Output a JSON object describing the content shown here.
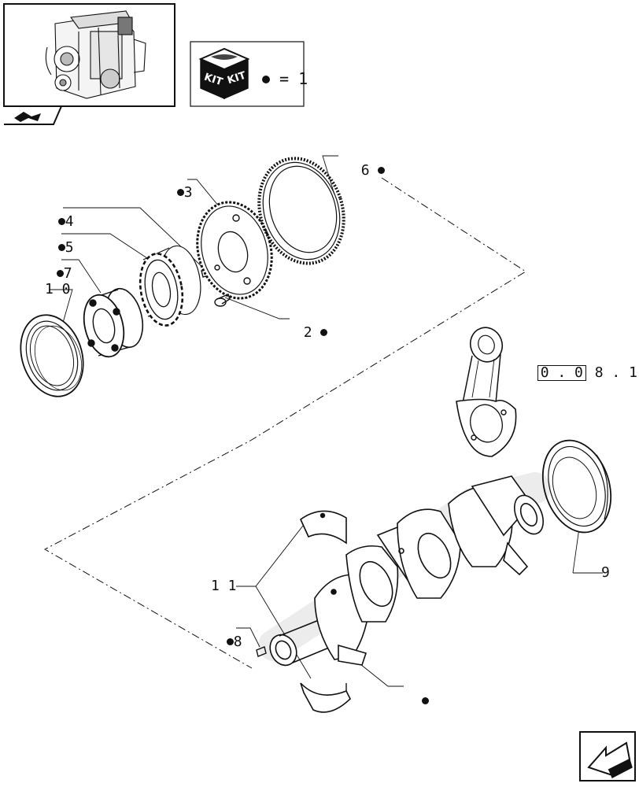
{
  "kit_legend": {
    "kit_word_left": "KIT",
    "kit_word_right": "KIT",
    "equals": "= 1"
  },
  "callouts": {
    "c6": "6",
    "c3": "3",
    "c4": "4",
    "c5": "5",
    "c7": "7",
    "c10": "1 0",
    "c2": "2",
    "c9": "9",
    "c11": "1 1",
    "c8": "8",
    "ref_boxed": "0 . 0",
    "ref_tail": "8 . 1"
  }
}
